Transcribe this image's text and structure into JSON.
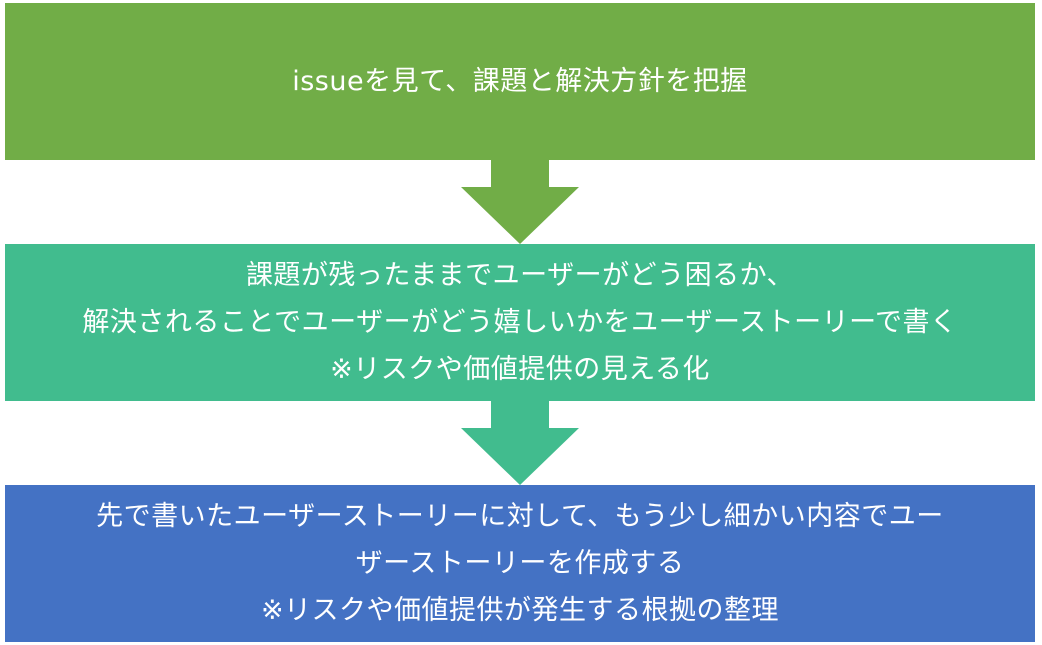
{
  "colors": {
    "step1": "#71AD47",
    "step2": "#41BC8E",
    "step3": "#4472C4",
    "text": "#FFFFFF"
  },
  "steps": [
    {
      "lines": [
        "issueを見て、課題と解決方針を把握"
      ]
    },
    {
      "lines": [
        "課題が残ったままでユーザーがどう困るか、",
        "解決されることでユーザーがどう嬉しいかをユーザーストーリーで書く",
        "※リスクや価値提供の見える化"
      ]
    },
    {
      "lines": [
        "先で書いたユーザーストーリーに対して、もう少し細かい内容でユー",
        "ザーストーリーを作成する",
        "※リスクや価値提供が発生する根拠の整理"
      ]
    }
  ],
  "arrows": [
    {
      "from": 1,
      "to": 2
    },
    {
      "from": 2,
      "to": 3
    }
  ]
}
